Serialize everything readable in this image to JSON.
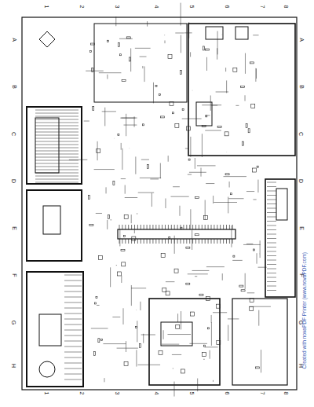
{
  "diagram": {
    "labels": [
      "1",
      "2",
      "3",
      "4",
      "5",
      "6",
      "7",
      "8",
      "1",
      "2",
      "3",
      "4",
      "5",
      "6",
      "7",
      "8",
      "A",
      "B",
      "C",
      "D",
      "E",
      "F",
      "G",
      "H",
      "A",
      "B",
      "C",
      "D",
      "E",
      "F",
      "G",
      "H",
      "Created with novaPDF Printer (www.novaPDF.com)"
    ]
  }
}
